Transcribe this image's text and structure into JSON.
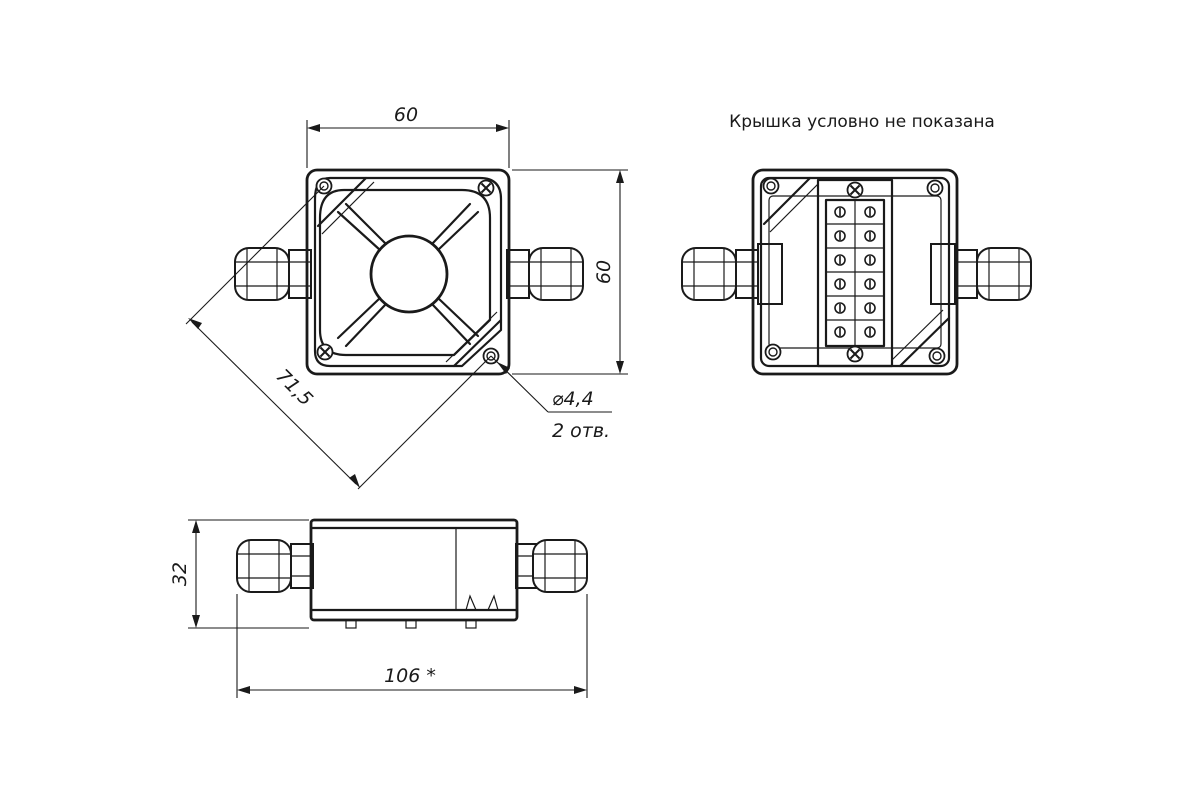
{
  "drawing": {
    "top_view": {
      "dim_width": "60",
      "dim_height": "60",
      "dim_diagonal": "71,5",
      "dim_hole_diameter": "⌀4,4",
      "dim_hole_count": "2 отв."
    },
    "internal_view": {
      "note": "Крышка условно не показана",
      "terminal_rows": 6
    },
    "side_view": {
      "dim_height": "32",
      "dim_length": "106 *"
    }
  }
}
